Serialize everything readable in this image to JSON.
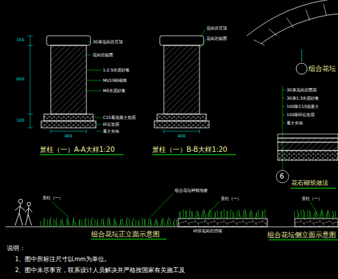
{
  "diagram": {
    "labels": [
      "景柱（一）A-A大样1:20",
      "景柱（一）B-B大样1:20",
      "组合花坛",
      "6",
      "花石砌筑做法",
      "组合花坛正立面示意图",
      "组合花坛侧立面示意图",
      "说明：",
      "1、图中所标注尺寸以mm为单位。",
      "2、图中未尽事宜，联系设计人员解决并严格按国家有关施工及",
      "30厚花岗岩压顶",
      "花岗岩贴面",
      "1:2.5水泥砂浆",
      "MU10砖砌体",
      "M5水泥砂浆",
      "C15素混凝土垫层",
      "碎石垫层",
      "素土夯实",
      "花岗岩压顶",
      "花岗岩贴面",
      "150",
      "600",
      "100",
      "400",
      "400",
      "30厚花岗岩面层",
      "30厚1:3水泥砂浆",
      "100厚C15混凝土",
      "150厚碎石垫层",
      "素土夯实",
      "组合花坛种植地被",
      "景柱（一）",
      "景柱（一）",
      "景柱（一）",
      "碎拼花岗岩挡墙"
    ]
  }
}
